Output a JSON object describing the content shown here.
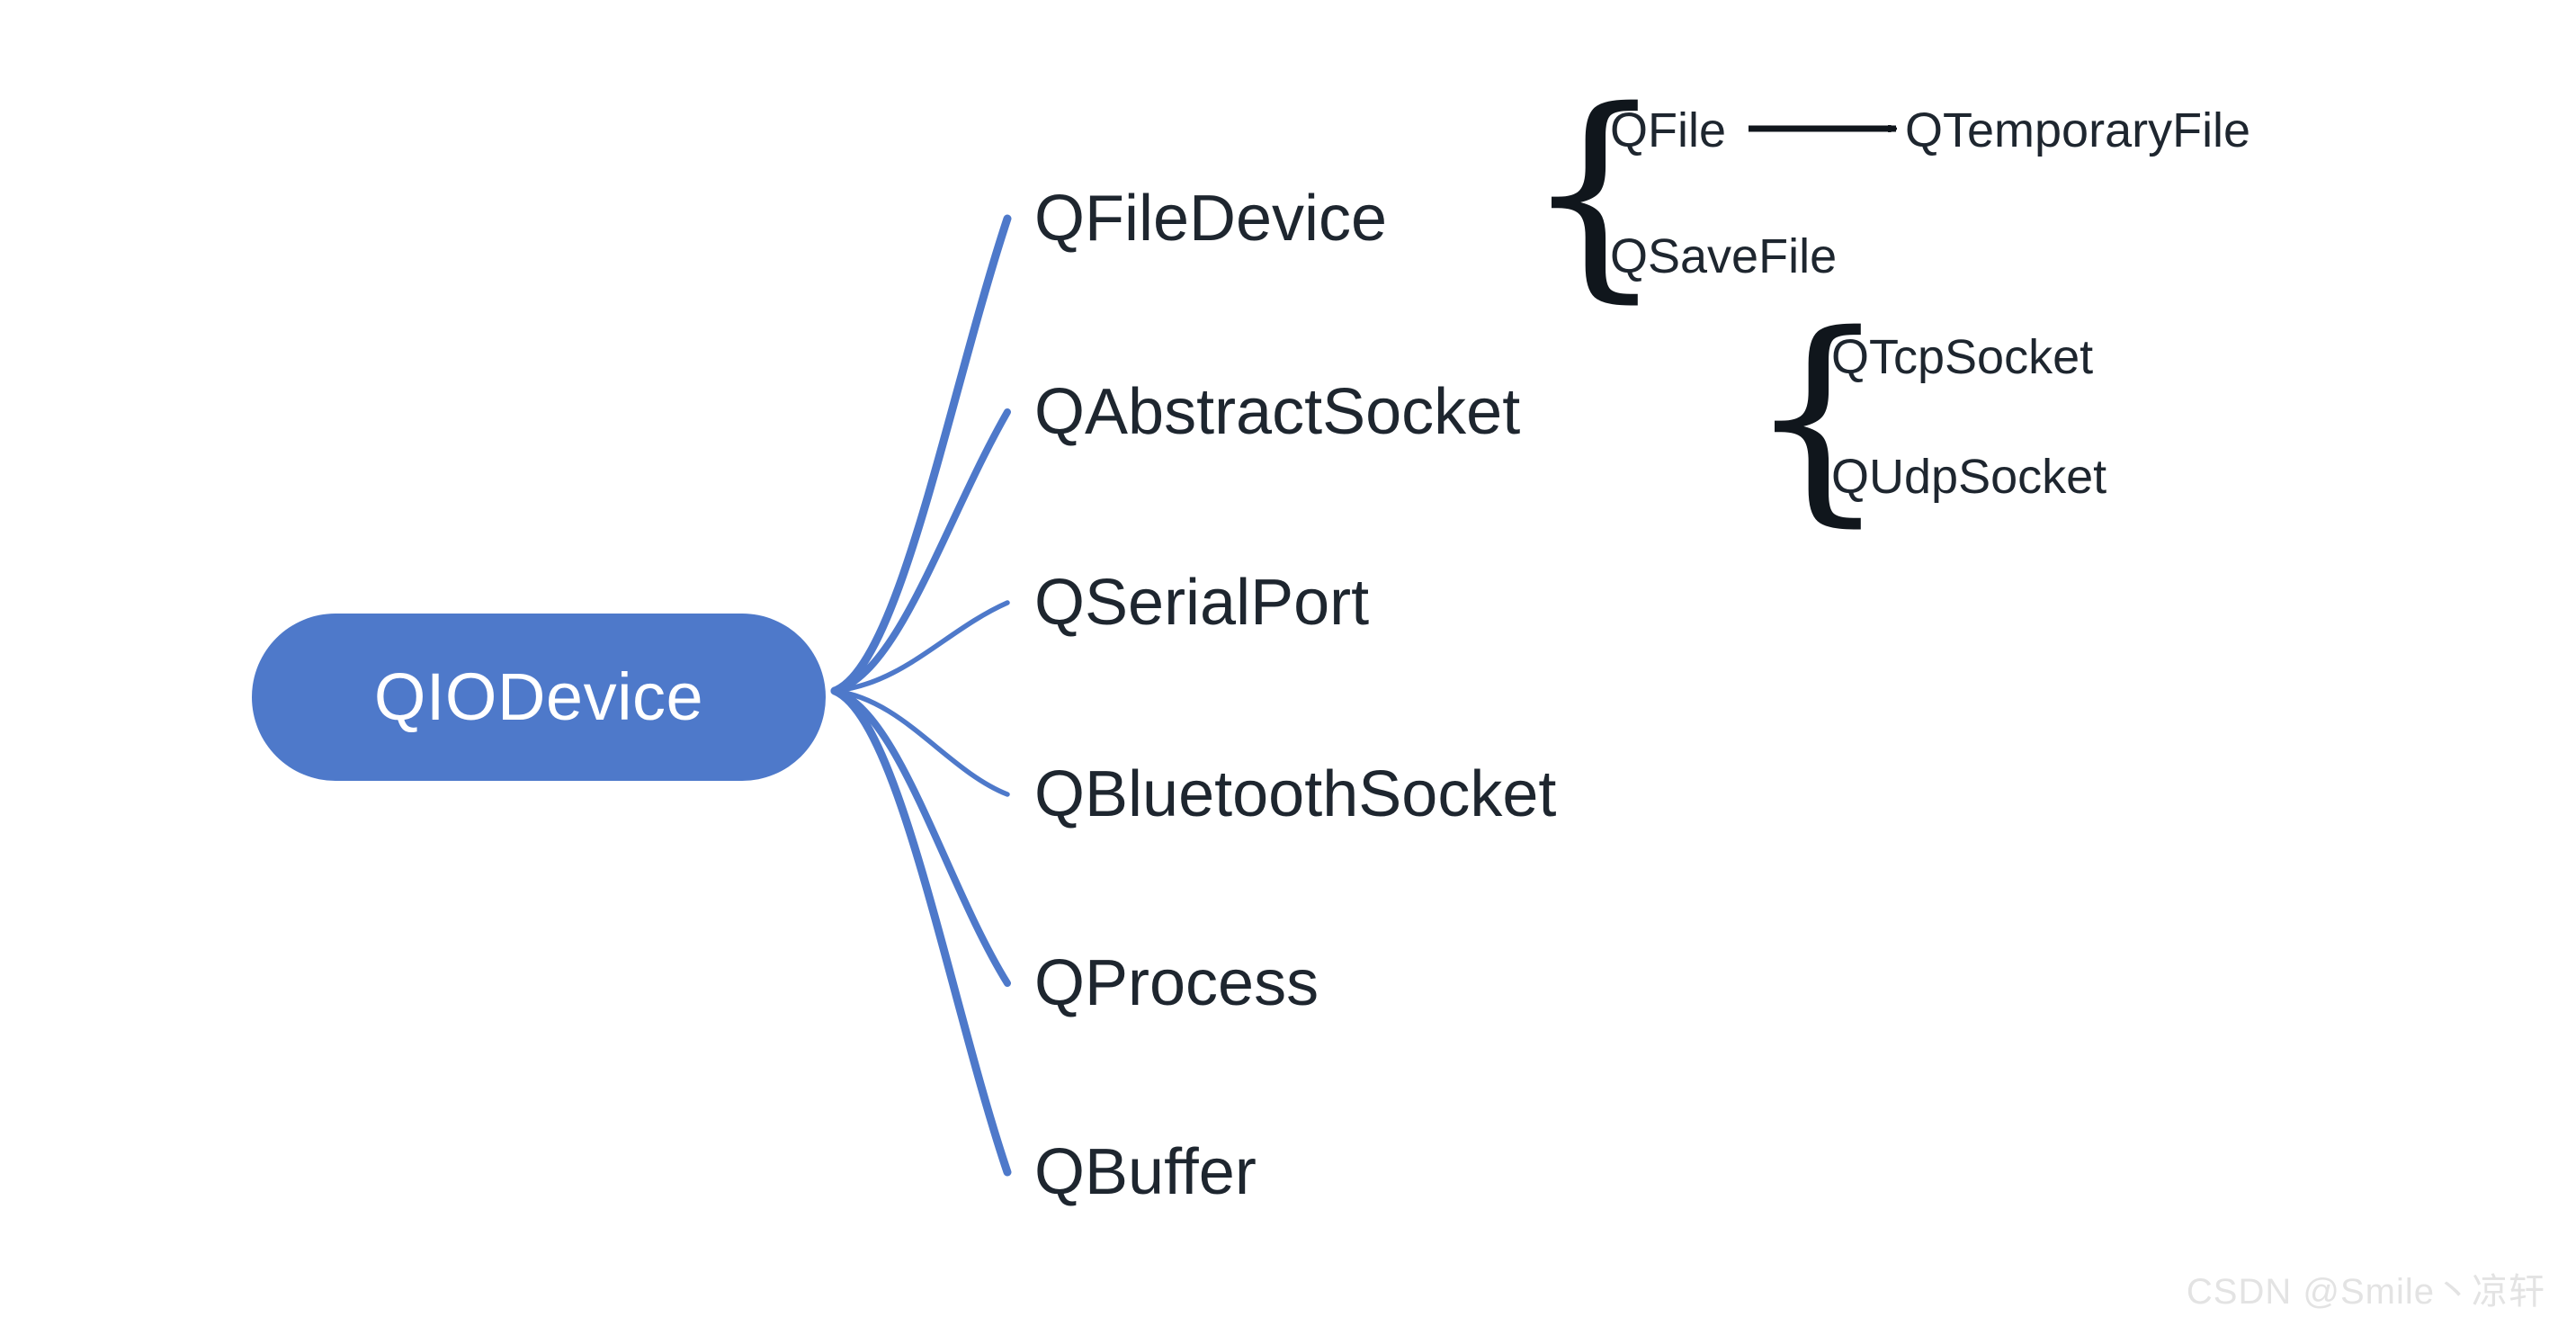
{
  "diagram": {
    "title": "QIODevice class hierarchy",
    "type": "mind-map",
    "colors": {
      "root_fill": "#4e79ca",
      "root_text": "#ffffff",
      "branch_stroke": "#4e79ca",
      "label_text": "#1e262f",
      "brace_text": "#10161c",
      "watermark_text": "#e3e3e3",
      "background": "#ffffff"
    }
  },
  "root": {
    "label": "QIODevice"
  },
  "branches": [
    {
      "label": "QFileDevice",
      "brace": "{",
      "children": [
        {
          "label": "QFile",
          "arrow_to": "QTemporaryFile"
        },
        {
          "label": "QSaveFile"
        }
      ]
    },
    {
      "label": "QAbstractSocket",
      "brace": "{",
      "children": [
        {
          "label": "QTcpSocket"
        },
        {
          "label": "QUdpSocket"
        }
      ]
    },
    {
      "label": "QSerialPort",
      "children": []
    },
    {
      "label": "QBluetoothSocket",
      "children": []
    },
    {
      "label": "QProcess",
      "children": []
    },
    {
      "label": "QBuffer",
      "children": []
    }
  ],
  "leaves": {
    "qfile": "QFile",
    "qtemporaryfile": "QTemporaryFile",
    "qsavefile": "QSaveFile",
    "qtcpsocket": "QTcpSocket",
    "qudpsocket": "QUdpSocket"
  },
  "braces": {
    "filedevice": "{",
    "abstractsocket": "{"
  },
  "watermark": {
    "text": "CSDN @Smile丶凉轩"
  }
}
